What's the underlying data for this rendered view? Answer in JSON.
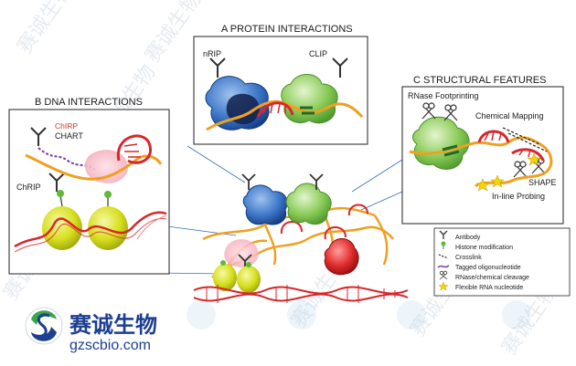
{
  "panels": {
    "a": {
      "title": "A  PROTEIN INTERACTIONS",
      "labels": [
        "nRIP",
        "CLIP"
      ]
    },
    "b": {
      "title": "B DNA INTERACTIONS",
      "labels": [
        "ChIRP",
        "CHART",
        "ChRIP"
      ]
    },
    "c": {
      "title": "C STRUCTURAL FEATURES",
      "labels": [
        "RNase Footprinting",
        "Chemical Mapping",
        "SHAPE",
        "In-line Probing"
      ]
    }
  },
  "legend": {
    "items": [
      {
        "label": "Antibody",
        "icon": "antibody-icon"
      },
      {
        "label": "Histone modification",
        "icon": "histone-mark-icon"
      },
      {
        "label": "Crosslink",
        "icon": "crosslink-icon"
      },
      {
        "label": "Tagged oligonucleotide",
        "icon": "tagged-oligo-icon"
      },
      {
        "label": "RNase/chemical cleavage",
        "icon": "scissors-icon"
      },
      {
        "label": "Flexible RNA nucleotide",
        "icon": "star-icon"
      }
    ]
  },
  "brand": {
    "name_cn": "赛诚生物",
    "domain": "gzscbio.com"
  },
  "colors": {
    "rna": "#f0a020",
    "dna": "#d9262a",
    "protein_blue": "#2d63b8",
    "protein_green": "#7cc24a",
    "nucleosome": "#d7df1f",
    "brand_blue": "#1d3f91",
    "brand_green": "#3aa64a"
  }
}
